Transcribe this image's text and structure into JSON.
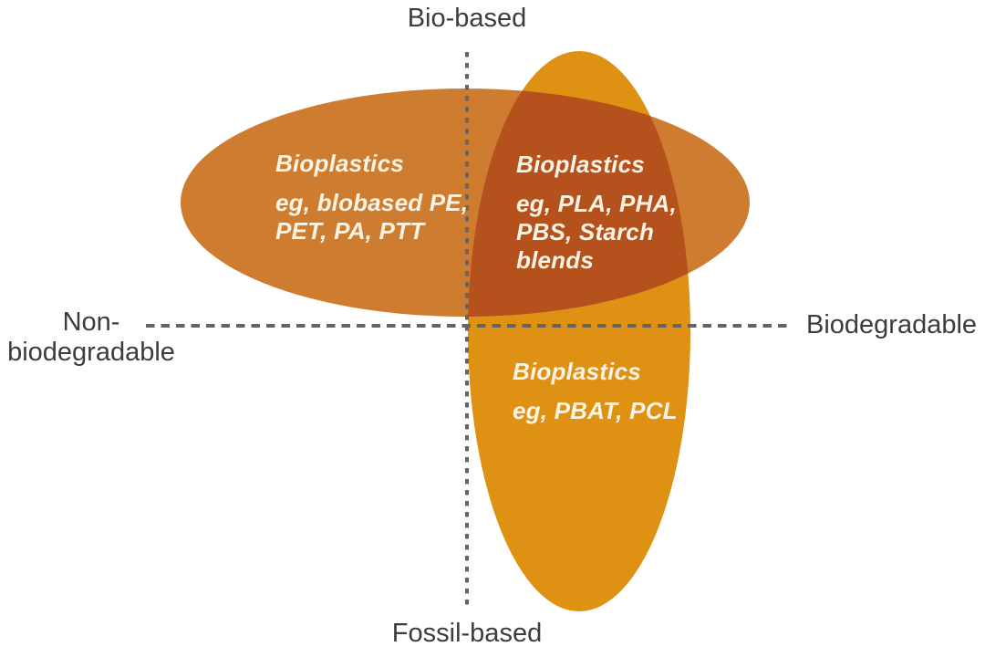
{
  "axes": {
    "top": "Bio-based",
    "bottom": "Fossil-based",
    "left_line1": "Non-",
    "left_line2": "biodegradable",
    "right": "Biodegradable"
  },
  "regions": {
    "bio_nonbio": {
      "title": "Bioplastics",
      "lines": [
        "eg, blobased PE,",
        "PET, PA, PTT"
      ]
    },
    "bio_bio": {
      "title": "Bioplastics",
      "lines": [
        "eg, PLA, PHA,",
        "PBS, Starch",
        "blends"
      ]
    },
    "fossil_bio": {
      "title": "Bioplastics",
      "lines": [
        "eg, PBAT, PCL"
      ]
    }
  },
  "colors": {
    "background": "#ffffff",
    "biobased_ellipse": "#ce7d30",
    "biodegradable_ellipse": "#de9113",
    "overlap_region": "#b4511c",
    "axis_line": "#646464",
    "axis_text": "#3c3c3c",
    "region_text": "#fbf3e3"
  }
}
